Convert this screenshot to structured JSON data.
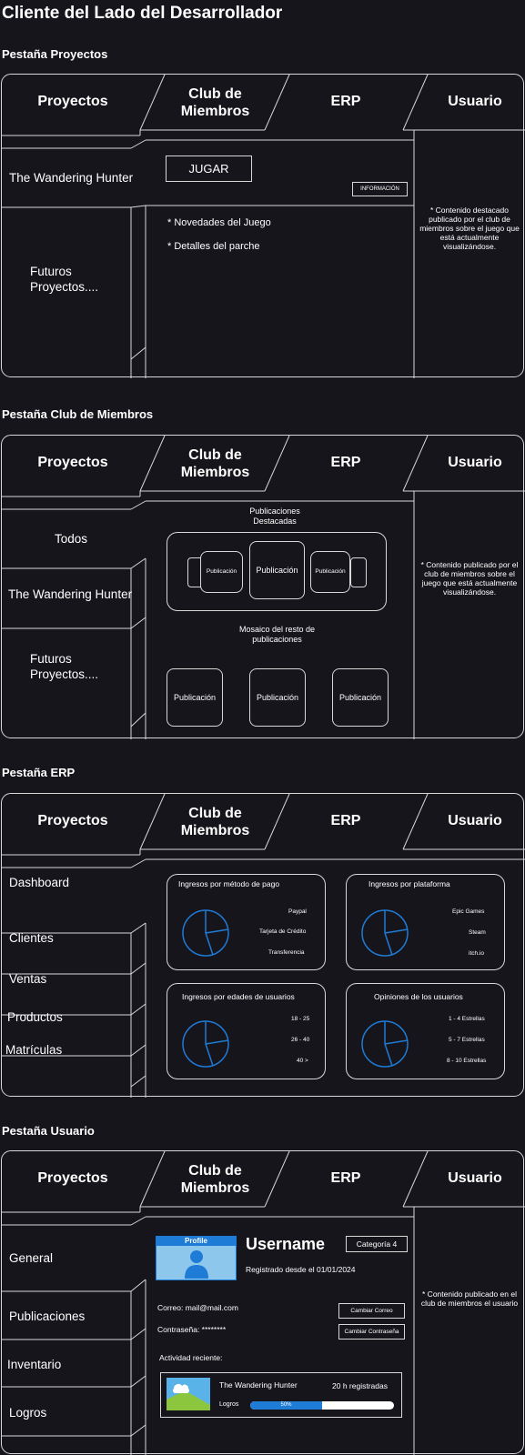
{
  "page_title": "Cliente del Lado del Desarrollador",
  "tabs": [
    "Proyectos",
    "Club de Miembros",
    "ERP",
    "Usuario"
  ],
  "sections": {
    "proyectos": {
      "title": "Pestaña Proyectos",
      "sidebar": [
        "The Wandering Hunter",
        "Futuros Proyectos...."
      ],
      "play_button": "JUGAR",
      "info_button": "INFORMACIÓN",
      "notes": [
        "* Novedades del Juego",
        "* Detalles del parche"
      ],
      "right_note": "* Contenido destacado publicado por el club de miembros sobre el juego que está actualmente visualizándose."
    },
    "club": {
      "title": "Pestaña Club de Miembros",
      "sidebar": [
        "Todos",
        "The Wandering Hunter",
        "Futuros Proyectos...."
      ],
      "featured_title": "Publicaciones Destacadas",
      "featured_small": "Publicación",
      "featured_main": "Publicación",
      "mosaic_title": "Mosaico del resto de publicaciones",
      "mosaic_items": [
        "Publicación",
        "Publicación",
        "Publicación"
      ],
      "right_note": "* Contenido publicado por el club de miembros sobre el juego que está actualmente visualizándose."
    },
    "erp": {
      "title": "Pestaña ERP",
      "sidebar": [
        "Dashboard",
        "Clientes",
        "Ventas",
        "Productos",
        "Matrículas"
      ],
      "charts": [
        {
          "title": "Ingresos por método de pago",
          "legend": [
            "Paypal",
            "Tarjeta de Crédito",
            "Transferencia"
          ]
        },
        {
          "title": "Ingresos por plataforma",
          "legend": [
            "Epic Games",
            "Steam",
            "itch.io"
          ]
        },
        {
          "title": "Ingresos por edades de usuarios",
          "legend": [
            "18 - 25",
            "26 - 40",
            "40 >"
          ]
        },
        {
          "title": "Opiniones de los usuarios",
          "legend": [
            "1 - 4 Estrellas",
            "5 - 7 Estrellas",
            "8 - 10 Estrellas"
          ]
        }
      ]
    },
    "usuario": {
      "title": "Pestaña Usuario",
      "sidebar": [
        "General",
        "Publicaciones",
        "Inventario",
        "Logros"
      ],
      "profile_label": "Profile",
      "username": "Username",
      "category": "Categoría 4",
      "registered": "Registrado desde el 01/01/2024",
      "email": "Correo: mail@mail.com",
      "password": "Contraseña: ********",
      "change_email": "Cambiar Correo",
      "change_password": "Cambiar Contraseña",
      "activity_title": "Actividad reciente:",
      "activity_game": "The Wandering Hunter",
      "activity_hours": "20 h registradas",
      "achievements_label": "Logros",
      "progress_text": "50%",
      "progress_value": 0.5,
      "right_note": "* Contenido publicado en el club de miembros el usuario"
    }
  },
  "colors": {
    "background": "#17151c",
    "accent": "#1e7bd6",
    "line": "#d8d8d8"
  }
}
